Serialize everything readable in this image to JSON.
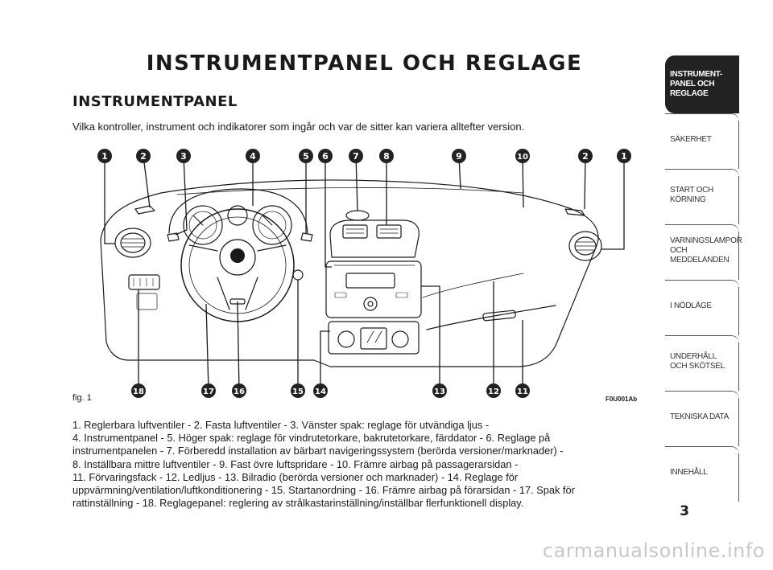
{
  "page": {
    "title": "INSTRUMENTPANEL OCH REGLAGE",
    "section_title": "INSTRUMENTPANEL",
    "intro": "Vilka kontroller, instrument och indikatorer som ingår och var de sitter kan variera alltefter version.",
    "figure_label": "fig. 1",
    "figure_code": "F0U001Ab",
    "page_number": "3"
  },
  "callouts": {
    "top": [
      "1",
      "2",
      "3",
      "4",
      "5",
      "6",
      "7",
      "8",
      "9",
      "10",
      "2",
      "1"
    ],
    "bottom": [
      "18",
      "17",
      "16",
      "15",
      "14",
      "13",
      "12",
      "11"
    ]
  },
  "legend": [
    "1. Reglerbara luftventiler - 2. Fasta luftventiler - 3. Vänster spak: reglage för utvändiga ljus -",
    "4. Instrumentpanel - 5. Höger spak: reglage för vindrutetorkare, bakrutetorkare, färddator - 6. Reglage på",
    "instrumentpanelen - 7. Förberedd installation av bärbart navigeringssystem (berörda versioner/marknader) -",
    "8. Inställbara mittre luftventiler - 9. Fast övre luftspridare - 10. Främre airbag på passagerarsidan -",
    "11. Förvaringsfack - 12. Ledljus - 13. Bilradio (berörda versioner och marknader) - 14. Reglage för",
    "uppvärmning/ventilation/luftkonditionering - 15. Startanordning - 16. Främre airbag på förarsidan - 17. Spak för",
    "rattinställning - 18. Reglagepanel: reglering av strålkastarinställning/inställbar flerfunktionell display."
  ],
  "sidebar_tabs": [
    "INSTRUMENT-\nPANEL OCH\nREGLAGE",
    "SÄKERHET",
    "START OCH\nKÖRNING",
    "VARNINGSLAMPOR\nOCH\nMEDDELANDEN",
    "I NÖDLÄGE",
    "UNDERHÅLL\nOCH SKÖTSEL",
    "TEKNISKA DATA",
    "INNEHÅLL"
  ],
  "watermark": "carmanualsonline.info",
  "colors": {
    "ink": "#1a1a1a",
    "callout": "#222222",
    "active_tab": "#222222",
    "watermark": "#c8c8c8"
  }
}
